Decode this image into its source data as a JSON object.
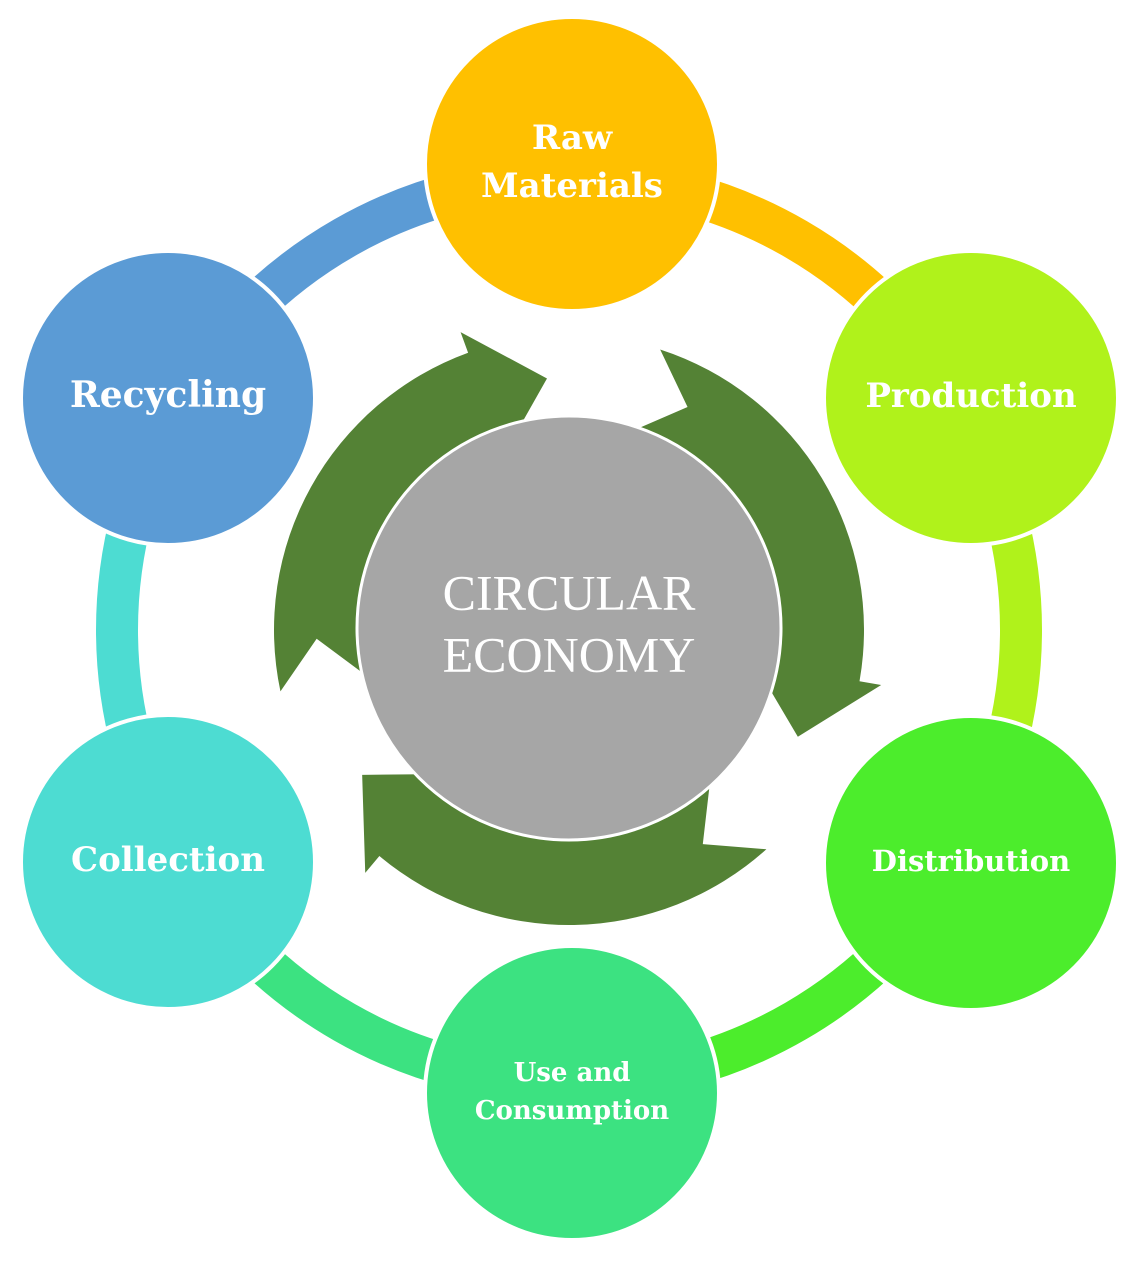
{
  "center": {
    "lines": [
      "CIRCULAR",
      "ECONOMY"
    ],
    "color": "#a6a6a6"
  },
  "cycle_arrow_color": "#548235",
  "nodes": [
    {
      "id": "raw-materials",
      "lines": [
        "Raw",
        "Materials"
      ],
      "color": "#ffc000"
    },
    {
      "id": "production",
      "lines": [
        "Production"
      ],
      "color": "#b0f21b"
    },
    {
      "id": "distribution",
      "lines": [
        "Distribution"
      ],
      "color": "#4ced2c"
    },
    {
      "id": "use-and-consumption",
      "lines": [
        "Use and",
        "Consumption"
      ],
      "color": "#3ce281"
    },
    {
      "id": "collection",
      "lines": [
        "Collection"
      ],
      "color": "#4ddcd2"
    },
    {
      "id": "recycling",
      "lines": [
        "Recycling"
      ],
      "color": "#5b9bd5"
    }
  ]
}
